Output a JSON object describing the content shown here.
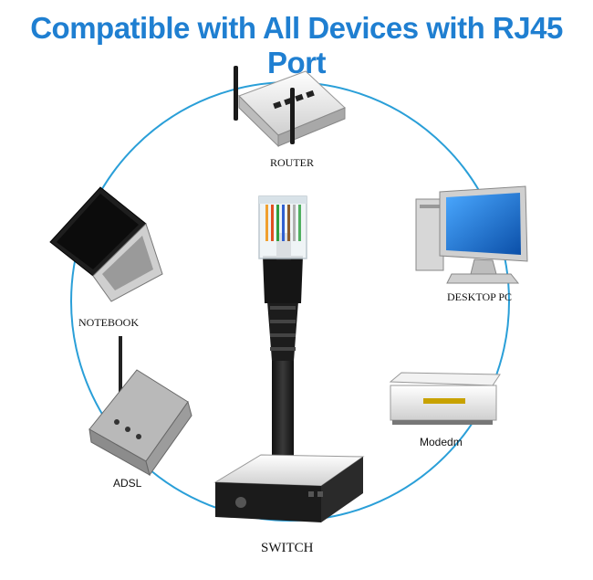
{
  "title": "Compatible with All Devices with RJ45 Port",
  "colors": {
    "accent": "#1f7fd1",
    "ring": "#2a9fd8"
  },
  "devices": {
    "router": "ROUTER",
    "desktop": "DESKTOP PC",
    "notebook": "NOTEBOOK",
    "modem": "Modedm",
    "adsl": "ADSL",
    "switch": "SWITCH"
  }
}
